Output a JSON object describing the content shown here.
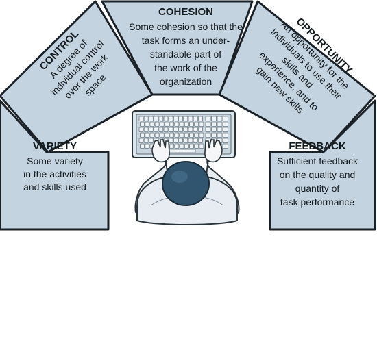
{
  "panels": {
    "control": {
      "title": "CONTROL",
      "lines": [
        "A degree of",
        "individual control",
        "over the work",
        "space"
      ]
    },
    "cohesion": {
      "title": "COHESION",
      "lines": [
        "Some cohesion so that the",
        "task forms an under-",
        "standable part of",
        "the work of the",
        "organization"
      ]
    },
    "opportunity": {
      "title": "OPPORTUNITY",
      "lines": [
        "An opportunity for the",
        "individuals to use their",
        "skills and",
        "experience, and to",
        "gain new skills"
      ]
    },
    "variety": {
      "title": "VARIETY",
      "lines": [
        "Some variety",
        "in the activities",
        "and skills used"
      ]
    },
    "feedback": {
      "title": "FEEDBACK",
      "lines": [
        "Sufficient feedback",
        "on the quality and",
        "quantity of",
        "task performance"
      ]
    },
    "colors": {
      "panel_fill": "#c3d3e0",
      "panel_stroke": "#1a2227"
    }
  }
}
